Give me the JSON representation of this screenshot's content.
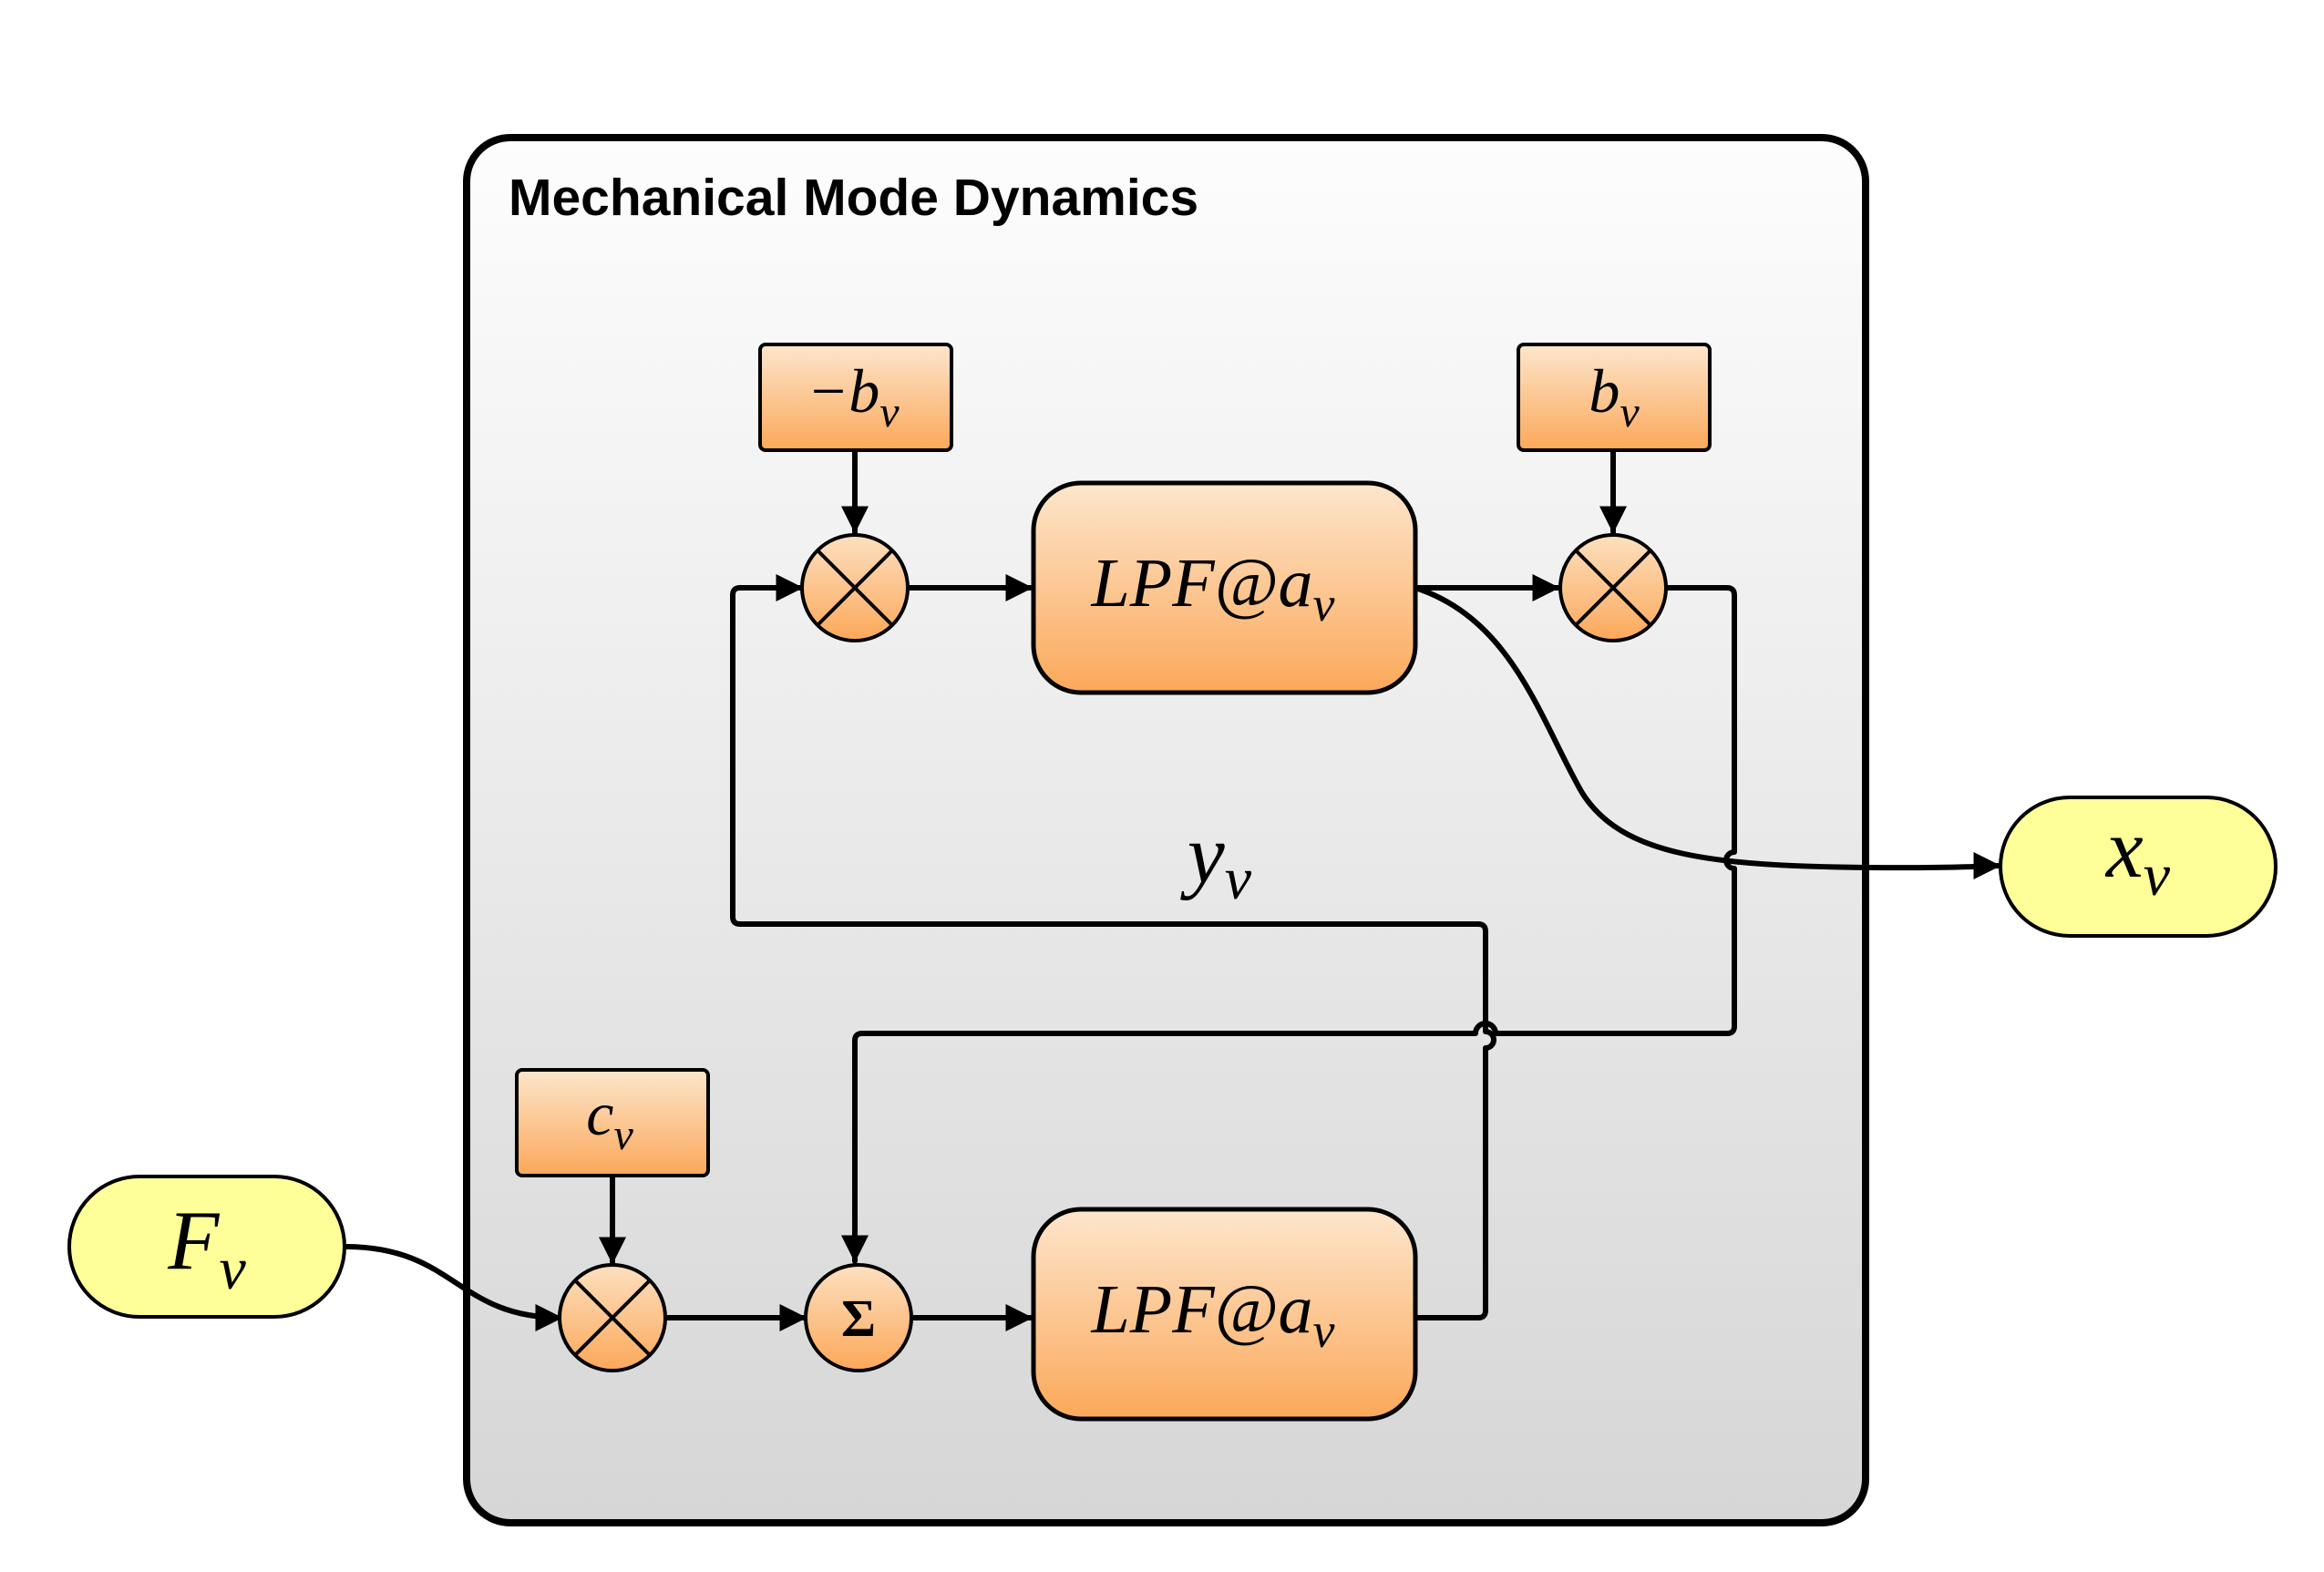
{
  "panel": {
    "title": "Mechanical Mode Dynamics"
  },
  "inputs": {
    "force": {
      "base": "F",
      "sub": "ν"
    }
  },
  "outputs": {
    "position": {
      "base": "x",
      "sub": "ν"
    }
  },
  "coefficients": {
    "neg_b": {
      "base": "−b",
      "sub": "ν"
    },
    "b": {
      "base": "b",
      "sub": "ν"
    },
    "c": {
      "base": "c",
      "sub": "ν"
    }
  },
  "filters": {
    "top": {
      "base": "LPF@a",
      "sub": "ν"
    },
    "bottom": {
      "base": "LPF@a",
      "sub": "ν"
    }
  },
  "signals": {
    "y": {
      "base": "y",
      "sub": "ν"
    }
  },
  "summer": {
    "symbol": "Σ"
  },
  "colors": {
    "block_top": "#fde4c8",
    "block_bottom": "#fbab5c",
    "terminal": "#ffff99",
    "panel_top": "#fdfdfd",
    "panel_bottom": "#d8d8d8"
  }
}
